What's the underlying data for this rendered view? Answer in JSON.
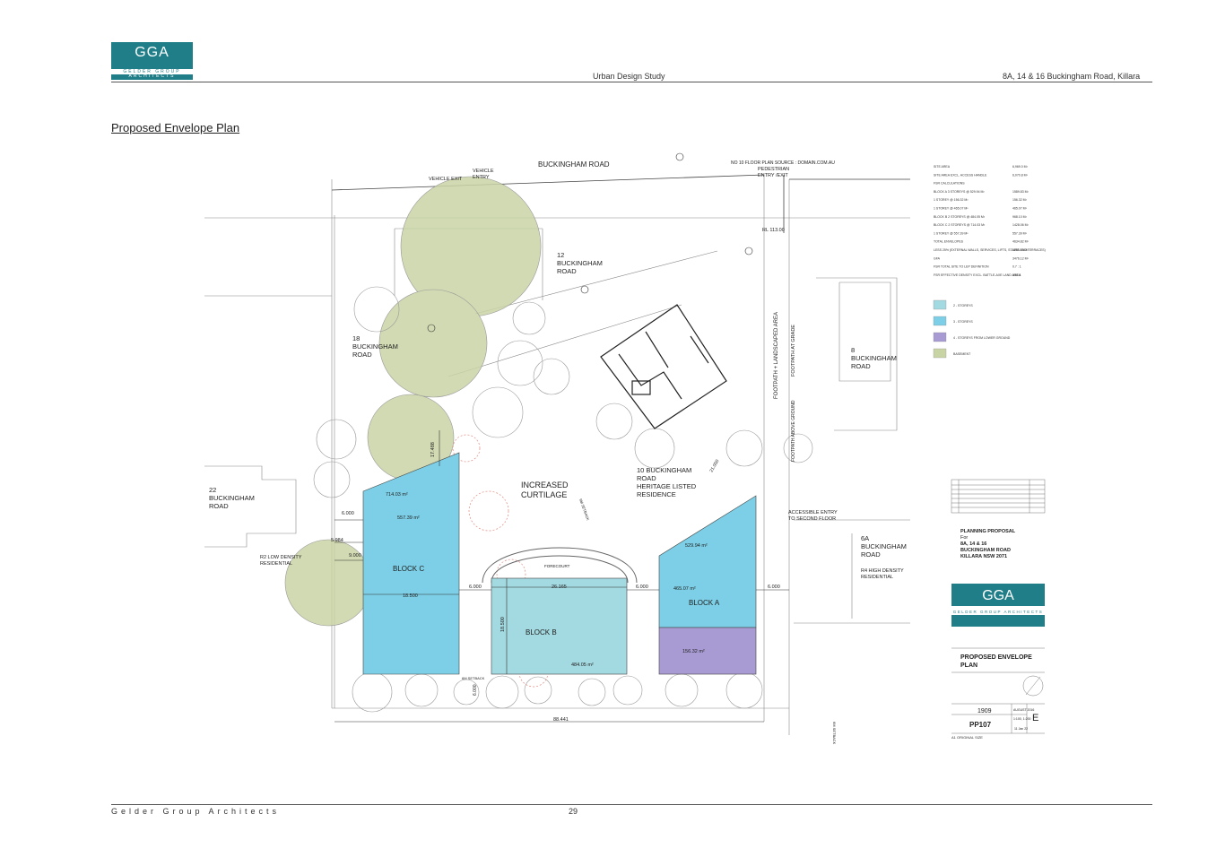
{
  "header": {
    "logo_text": "GGA",
    "logo_sub1": "GELDER GROUP",
    "logo_sub2": "ARCHITECTS",
    "doc_title": "Urban Design Study",
    "address": "8A, 14 & 16 Buckingham Road, Killara"
  },
  "page_title": "Proposed Envelope Plan",
  "plan": {
    "streets": {
      "buckingham_road": "BUCKINGHAM ROAD",
      "vehicle_exit": "VEHICLE EXIT",
      "vehicle_entry_1": "VEHICLE",
      "vehicle_entry_2": "ENTRY",
      "floor_plan_source": "NO 10 FLOOR PLAN SOURCE : DOMAIN.COM.AU",
      "pedestrian_1": "PEDESTRIAN",
      "pedestrian_2": "ENTRY /EXIT",
      "rl": "RL 113.00"
    },
    "neighbours": {
      "n12": [
        "12",
        "BUCKINGHAM",
        "ROAD"
      ],
      "n18": [
        "18",
        "BUCKINGHAM",
        "ROAD"
      ],
      "n8": [
        "8",
        "BUCKINGHAM",
        "ROAD"
      ],
      "n22": [
        "22",
        "BUCKINGHAM",
        "ROAD"
      ],
      "n10": [
        "10 BUCKINGHAM",
        "ROAD",
        "HERITAGE LISTED",
        "RESIDENCE"
      ],
      "n6a": [
        "6A",
        "BUCKINGHAM",
        "ROAD"
      ],
      "r2": [
        "R2 LOW DENSITY",
        "RESIDENTIAL"
      ],
      "r4": [
        "R4 HIGH DENSITY",
        "RESIDENTIAL"
      ],
      "curtilage": [
        "INCREASED",
        "CURTILAGE"
      ],
      "accessible": [
        "ACCESSIBLE ENTRY",
        "TO SECOND FLOOR"
      ],
      "footpath_landscaped": "FOOTPATH + LANDSCAPED AREA",
      "footpath_grade": "FOOTPATH AT GRADE",
      "footpath_above": "FOOTPATH ABOVE GROUND",
      "forecourt": "FORECOURT"
    },
    "blocks": {
      "a": {
        "label": "BLOCK A",
        "area1": "529.94 m²",
        "area2": "465.07 m²",
        "area3": "156.32 m²"
      },
      "b": {
        "label": "BLOCK B",
        "area": "484.05 m²",
        "dim_w": "26.165",
        "dim_h": "18.500"
      },
      "c": {
        "label": "BLOCK C",
        "area1": "714.03 m²",
        "area2": "557.39 m²",
        "dim_w": "18.500"
      }
    },
    "dims": {
      "d6000a": "6.000",
      "d5984": "5.984",
      "d9000": "9.000",
      "d6000b": "6.000",
      "d6000c": "6.000",
      "d6000d": "6.000",
      "d17488": "17.488",
      "d88441": "88.441",
      "d6000e": "6.000",
      "d21000": "21.000"
    },
    "setbacks": {
      "s6m": "6M SETBACK",
      "s9m": "9M SETBACK",
      "s6m_b": "6M SETBACK"
    }
  },
  "schedule": {
    "rows": [
      {
        "label": "SITE AREA",
        "value": "6,969.0 M²"
      },
      {
        "label": "SITE AREA EXCL. ACCESS HANDLE",
        "value": "6,070.8 M²"
      },
      {
        "label": "FSR CALCULATIONS",
        "value": ""
      },
      {
        "label": "BLOCK A  3 STOREYS @ 529.94 M²",
        "value": "1589.83 M²"
      },
      {
        "label": "1 STOREY @ 156.32 M²",
        "value": "156.32 M²"
      },
      {
        "label": "1 STOREY @ 465.07 M²",
        "value": "465.07 M²"
      },
      {
        "label": "BLOCK B  2 STOREYS @ 484.05 M²",
        "value": "968.10 M²"
      },
      {
        "label": "BLOCK C  2 STOREYS @ 714.03 M²",
        "value": "1428.06 M²"
      },
      {
        "label": "1 STOREY @ 557.39 M²",
        "value": "557.39 M²"
      },
      {
        "label": "TOTAL ENVELOPES",
        "value": "4634.82 M²"
      },
      {
        "label": "LESS 25% (EXTERNAL WALLS, SERVICES, LIFTS, STAIRS AND TERRACES)",
        "value": "1158.70 M²"
      },
      {
        "label": "GFA",
        "value": "3476.12 M²"
      },
      {
        "label": "FSR  TOTAL SITE TO LEP DEFINITION",
        "value": "0.7 : 1"
      },
      {
        "label": "FSR  EFFECTIVE DENSITY EXCL. BATTLE-AXE LAND AREA",
        "value": "0.61:1"
      }
    ],
    "legend": [
      {
        "label": "2 - STOREYS",
        "color": "#a3d9e0"
      },
      {
        "label": "3 - STOREYS",
        "color": "#7ccfe6"
      },
      {
        "label": "4 - STOREYS FROM LOWER GROUND",
        "color": "#a89bd3"
      },
      {
        "label": "BASEMENT",
        "color": "#c9d4a5"
      }
    ]
  },
  "titleblock": {
    "proposal": "PLANNING PROPOSAL",
    "for": "For",
    "addr1": "8A, 14 & 16",
    "addr2": "BUCKINGHAM ROAD",
    "addr3": "KILLARA NSW 2071",
    "logo_text": "GGA",
    "logo_sub": "GELDER GROUP ARCHITECTS",
    "drawing_title1": "PROPOSED ENVELOPE",
    "drawing_title2": "PLAN",
    "project_no": "1909",
    "date": "AUGUST 2016",
    "scale": "1:100, 1:200",
    "drawing_no": "PP107",
    "revision": "E",
    "rev_date": "11 Jan 22",
    "sheet": "A1 ORIGINAL SIZE"
  },
  "footer": {
    "company": "Gelder Group Architects",
    "page": "29"
  }
}
